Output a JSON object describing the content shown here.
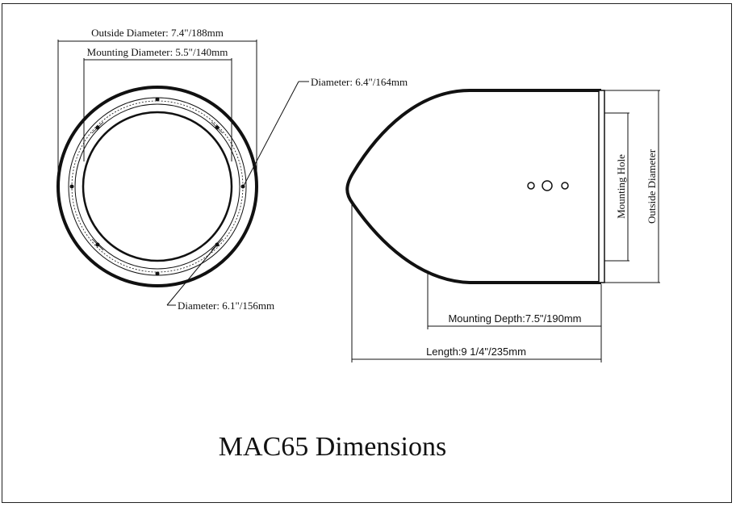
{
  "title": "MAC65 Dimensions",
  "front_view": {
    "outside_diameter": "Outside Diameter: 7.4\"/188mm",
    "mounting_diameter": "Mounting Diameter: 5.5\"/140mm",
    "flange_diameter": "Diameter: 6.4\"/164mm",
    "inner_diameter": "Diameter: 6.1\"/156mm"
  },
  "side_view": {
    "mounting_hole": "Mounting Hole",
    "outside_diameter": "Outside Diameter",
    "mounting_depth": "Mounting Depth:7.5\"/190mm",
    "length": "Length:9 1/4\"/235mm"
  },
  "colors": {
    "line": "#111111",
    "background": "#ffffff"
  }
}
